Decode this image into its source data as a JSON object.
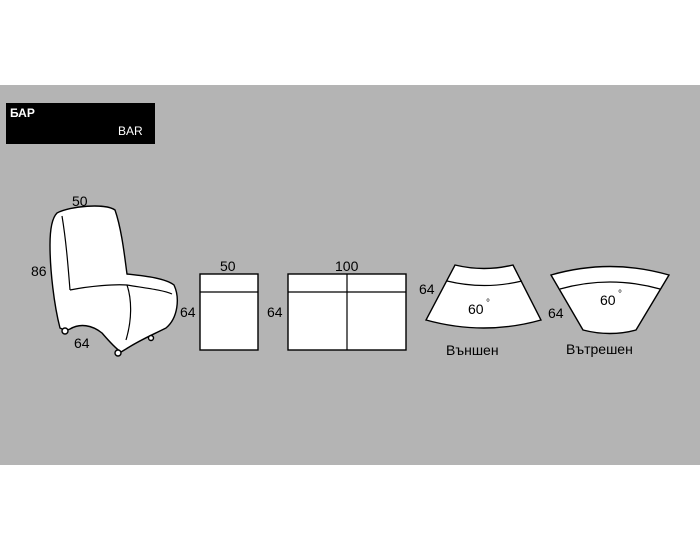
{
  "header": {
    "title_bg": "БАР",
    "title_en": "BAR"
  },
  "chair": {
    "width": "50",
    "height": "86",
    "depth": "64"
  },
  "pouf": {
    "width": "50",
    "depth": "64"
  },
  "double_pouf": {
    "width": "100",
    "depth": "64"
  },
  "outer_corner": {
    "depth": "64",
    "angle": "60",
    "degree_mark": "°",
    "label": "Външен"
  },
  "inner_corner": {
    "depth": "64",
    "angle": "60",
    "degree_mark": "°",
    "label": "Вътрешен"
  },
  "colors": {
    "panel": "#b4b4b4",
    "title_box": "#000000",
    "shape_fill": "#ffffff",
    "stroke": "#000000"
  }
}
